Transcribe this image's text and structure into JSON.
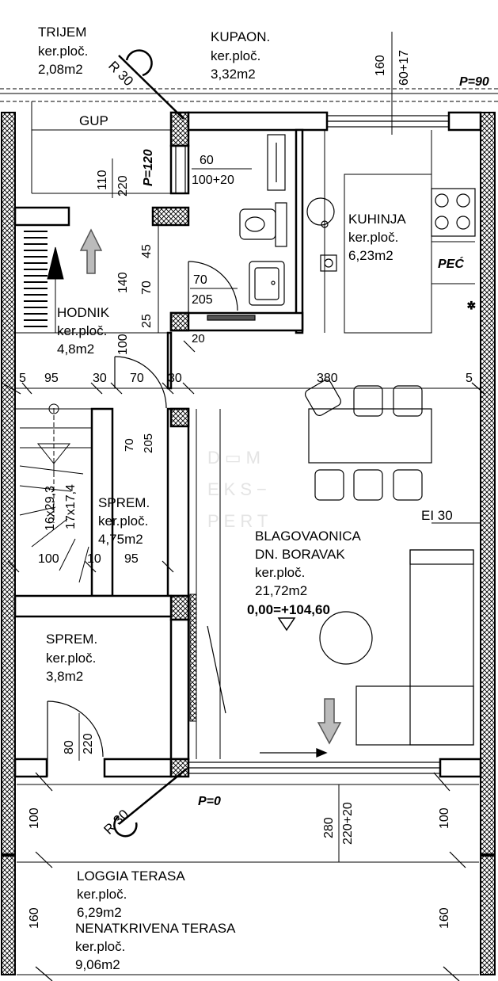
{
  "rooms": {
    "trijem": {
      "name": "TRIJEM",
      "area_label": "ker.ploč.",
      "area": "2,08m2"
    },
    "kupaon": {
      "name": "KUPAON.",
      "area_label": "ker.ploč.",
      "area": "3,32m2"
    },
    "kuhinja": {
      "name": "KUHINJA",
      "area_label": "ker.ploč.",
      "area": "6,23m2"
    },
    "hodnik": {
      "name": "HODNIK",
      "area_label": "ker.ploč.",
      "area": "4,8m2"
    },
    "sprem1": {
      "name": "SPREM.",
      "area_label": "ker.ploč.",
      "area": "4,75m2"
    },
    "sprem2": {
      "name": "SPREM.",
      "area_label": "ker.ploč.",
      "area": "3,8m2"
    },
    "blagovaonica": {
      "name1": "BLAGOVAONICA",
      "name2": "DN. BORAVAK",
      "area_label": "ker.ploč.",
      "area": "21,72m2",
      "level": "0,00=+104,60"
    },
    "loggia": {
      "name": "LOGGIA TERASA",
      "area_label": "ker.ploč.",
      "area": "6,29m2"
    },
    "nenatkrivena": {
      "name": "NENATKRIVENA TERASA",
      "area_label": "ker.ploč.",
      "area": "9,06m2"
    }
  },
  "labels": {
    "gup": "GUP",
    "pec": "PEĆ",
    "ei30": "EI 30",
    "p90": "P=90",
    "p120": "P=120",
    "p0": "P=0",
    "r30_top": "R 30",
    "r30_bottom": "R 30",
    "watermark": [
      "D▭M",
      "EKS−",
      "PERT"
    ]
  },
  "dimensions": {
    "d160_top": "160",
    "d60_17": "60+17",
    "d110": "110",
    "d220_a": "220",
    "d60": "60",
    "d100_20": "100+20",
    "d45": "45",
    "d140": "140",
    "d70_a": "70",
    "d70_b": "70",
    "d205_a": "205",
    "d25": "25",
    "d100_a": "100",
    "d20": "20",
    "d5_l": "5",
    "d95_a": "95",
    "d30_a": "30",
    "d70_c": "70",
    "d30_b": "30",
    "d380": "380",
    "d5_r": "5",
    "d70_d": "70",
    "d205_b": "205",
    "d16x29": "16x29,3",
    "d17x17": "17x17,4",
    "d100_b": "100",
    "d10": "10",
    "d95_b": "95",
    "d80": "80",
    "d220_b": "220",
    "d100_l": "100",
    "d280": "280",
    "d220_20": "220+20",
    "d100_r": "100",
    "d160_l": "160",
    "d160_r": "160"
  }
}
